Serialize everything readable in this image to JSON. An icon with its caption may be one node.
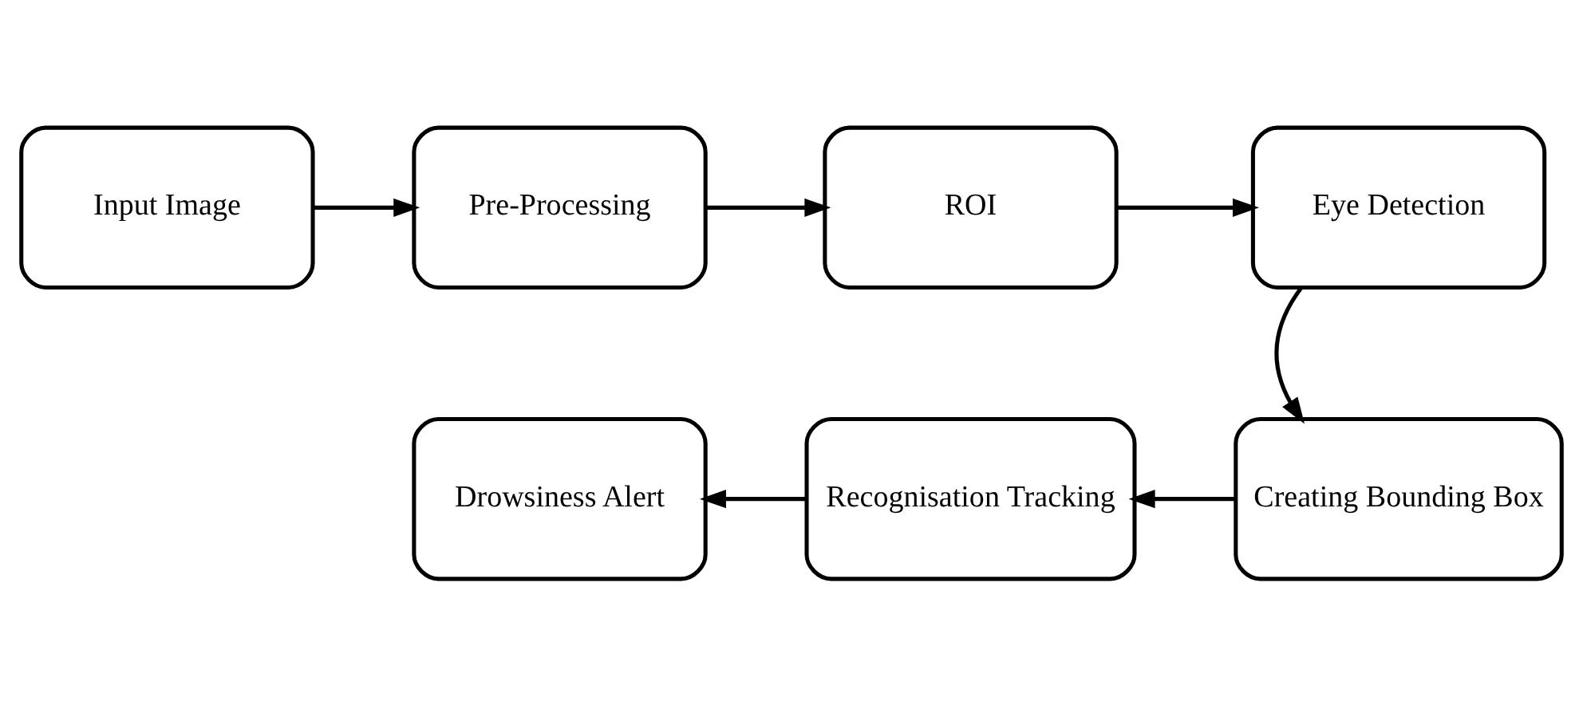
{
  "diagram": {
    "nodes": [
      {
        "text": [
          "Input Image"
        ]
      },
      {
        "text": [
          "Pre-Processing"
        ]
      },
      {
        "text": [
          "ROI"
        ]
      },
      {
        "text": [
          "Eye Detection"
        ]
      },
      {
        "text": [
          "Creating Bounding Box"
        ]
      },
      {
        "text": [
          "Recognisation Tracking"
        ]
      },
      {
        "text": [
          "Drowsiness Alert"
        ]
      }
    ],
    "edges": [
      {
        "from": 0,
        "to": 1,
        "arrow": "to"
      },
      {
        "from": 1,
        "to": 2,
        "arrow": "to"
      },
      {
        "from": 2,
        "to": 3,
        "arrow": "to"
      },
      {
        "from": 3,
        "to": 4,
        "arrow": "to"
      },
      {
        "from": 4,
        "to": 5,
        "arrow": "to"
      },
      {
        "from": 5,
        "to": 6,
        "arrow": "to"
      }
    ]
  }
}
